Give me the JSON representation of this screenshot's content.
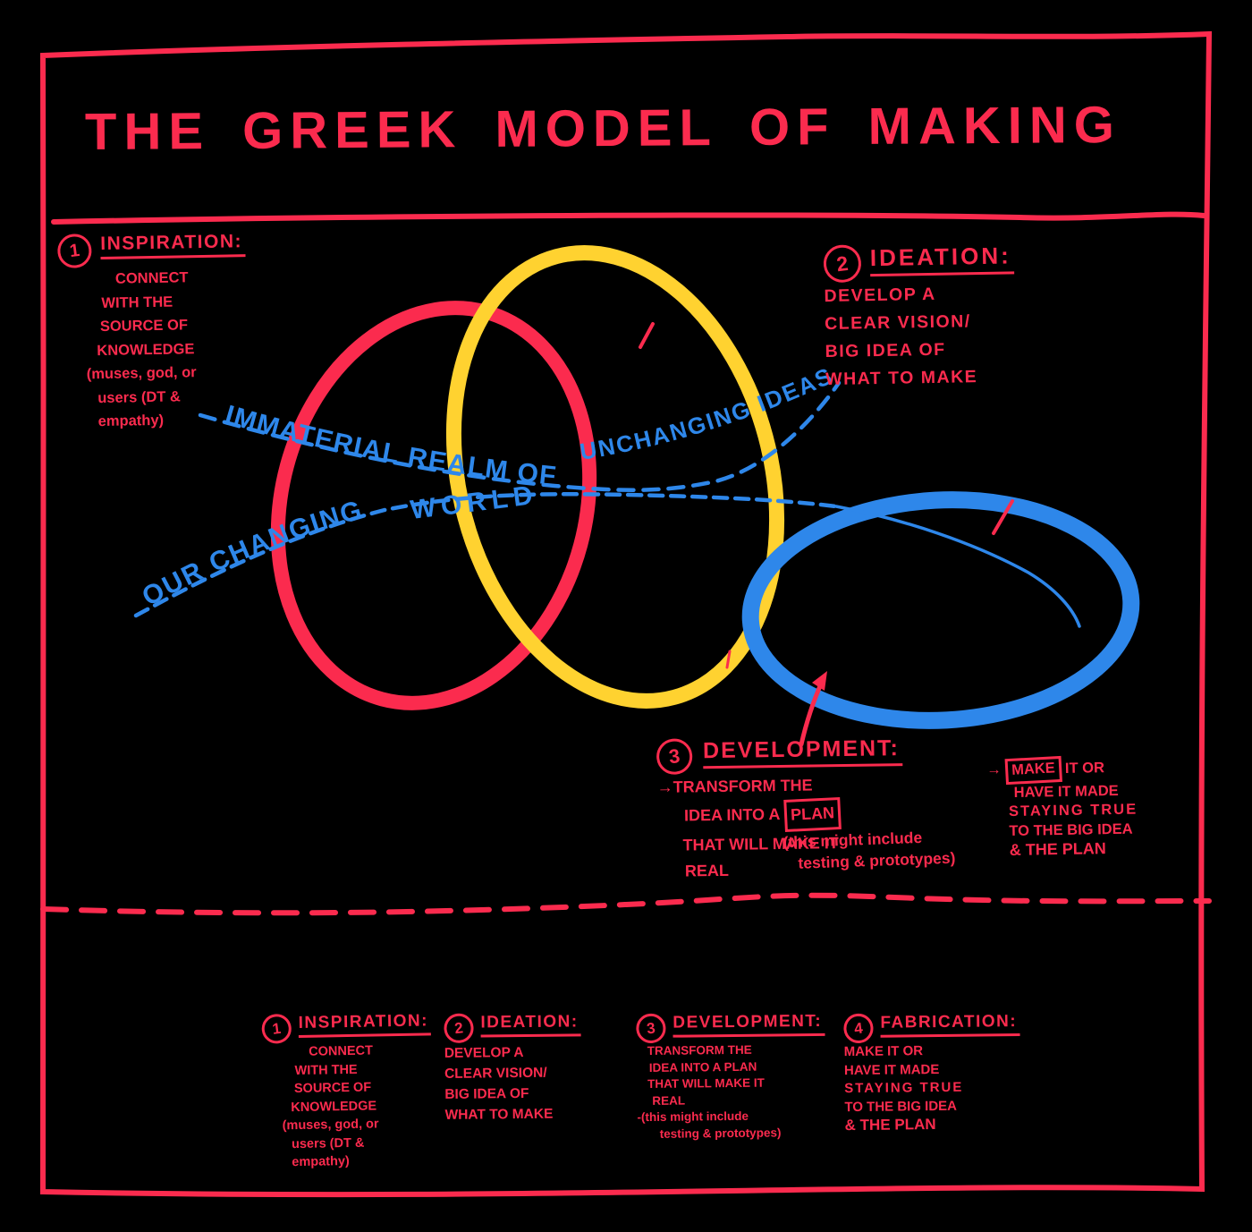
{
  "title": "THE GREEK MODEL OF MAKING",
  "colors": {
    "red": "#fb2b4e",
    "yellow": "#ffd230",
    "blue": "#2e87ea",
    "background": "#000000"
  },
  "realm_diagram": {
    "immaterial_label_1": "IMMATERIAL REALM OF",
    "immaterial_label_2": "UNCHANGING IDEAS",
    "world_label_1": "OUR CHANGING",
    "world_label_2": "WORLD",
    "circles": [
      {
        "name": "inspiration-circle",
        "color": "#fb2b4e"
      },
      {
        "name": "ideation-circle",
        "color": "#ffd230"
      },
      {
        "name": "development-circle",
        "color": "#2e87ea"
      }
    ]
  },
  "annotations": {
    "inspiration": {
      "number": "1",
      "heading": "INSPIRATION:",
      "lines": [
        "CONNECT",
        "WITH THE",
        "SOURCE OF",
        "KNOWLEDGE",
        "(muses, god, or",
        "users (DT &",
        "empathy)"
      ]
    },
    "ideation": {
      "number": "2",
      "heading": "IDEATION:",
      "lines": [
        "DEVELOP A",
        "CLEAR VISION/",
        "BIG IDEA OF",
        "WHAT TO MAKE"
      ]
    },
    "development": {
      "number": "3",
      "heading": "DEVELOPMENT:",
      "line1": "→TRANSFORM THE",
      "line2_prefix": "IDEA INTO A",
      "line2_boxed": "PLAN",
      "line3": "THAT WILL MAKE IT",
      "line4": "REAL",
      "note_line1": "(this might include",
      "note_line2": "testing & prototypes)"
    },
    "fabrication_note": {
      "arrow": "→",
      "boxed": "MAKE",
      "line1_suffix": "IT OR",
      "lines": [
        "HAVE IT MADE",
        "STAYING TRUE",
        "TO THE BIG IDEA",
        "& THE PLAN"
      ]
    }
  },
  "summary_row": {
    "columns": [
      {
        "number": "1",
        "heading": "INSPIRATION:",
        "lines": [
          "CONNECT",
          "WITH THE",
          "SOURCE OF",
          "KNOWLEDGE",
          "(muses, god, or",
          "users (DT &",
          "empathy)"
        ]
      },
      {
        "number": "2",
        "heading": "IDEATION:",
        "lines": [
          "DEVELOP A",
          "CLEAR VISION/",
          "BIG IDEA OF",
          "WHAT TO MAKE"
        ]
      },
      {
        "number": "3",
        "heading": "DEVELOPMENT:",
        "lines": [
          "TRANSFORM THE",
          "IDEA INTO A PLAN",
          "THAT WILL MAKE IT",
          "REAL",
          "-(this might include",
          "testing & prototypes)"
        ]
      },
      {
        "number": "4",
        "heading": "FABRICATION:",
        "lines": [
          "MAKE IT OR",
          "HAVE IT MADE",
          "STAYING TRUE",
          "TO THE BIG IDEA",
          "& THE PLAN"
        ]
      }
    ]
  }
}
